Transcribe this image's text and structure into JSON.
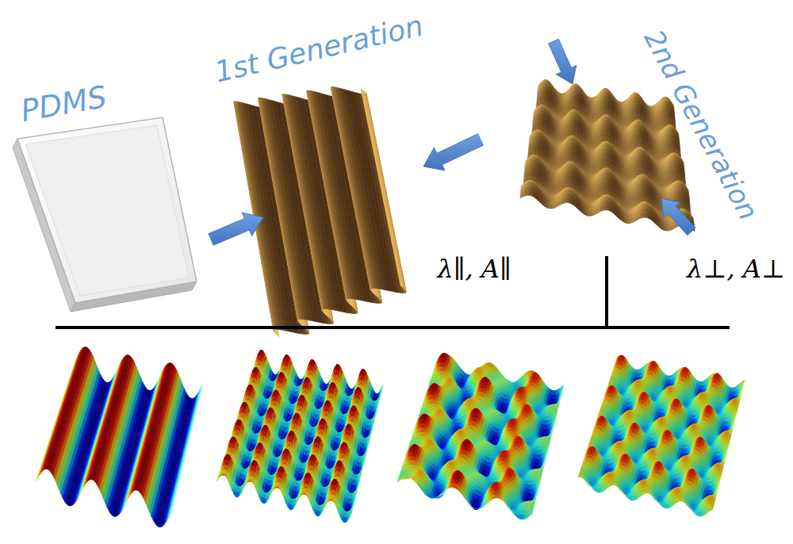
{
  "diagram": {
    "labels": [
      "PDMS",
      "1st Generation",
      "2nd Generation",
      "λ∥, A∥",
      "λ⊥, A⊥"
    ]
  }
}
